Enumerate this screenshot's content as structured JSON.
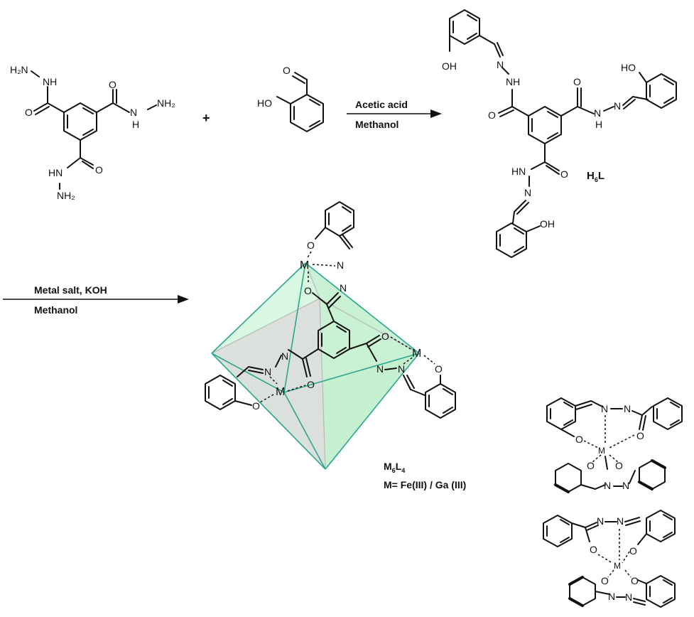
{
  "reaction": {
    "plus": "+",
    "step1_reagent": "Acetic acid",
    "step1_solvent": "Methanol",
    "step2_reagent": "Metal salt, KOH",
    "step2_solvent": "Methanol"
  },
  "ligand": {
    "name_main": "H",
    "name_sub": "6",
    "name_tail": "L"
  },
  "cage": {
    "name_m": "M",
    "name_m_sub": "6",
    "name_l": "L",
    "name_l_sub": "4",
    "metal_line": "M= Fe(III) / Ga (III)"
  },
  "atoms": {
    "H2N": "H₂N",
    "NH": "NH",
    "NH2": "NH₂",
    "N": "N",
    "H": "H",
    "O": "O",
    "HO": "HO",
    "OH": "OH",
    "HN": "HN",
    "HNN": "HN",
    "M": "M"
  },
  "colors": {
    "face_green": "#bff0cc",
    "face_grey": "#dedede",
    "edge": "#2aa68e",
    "ink": "#111111"
  }
}
